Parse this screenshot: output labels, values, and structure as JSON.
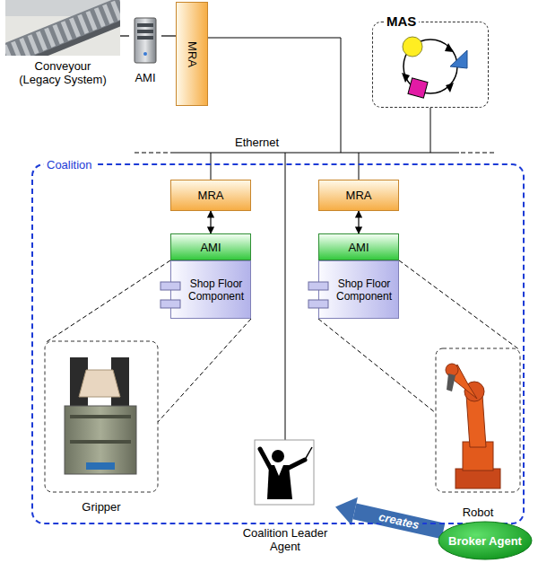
{
  "diagram": {
    "nodes": [
      {
        "text": [
          "Conveyour (Legacy System)"
        ]
      },
      {
        "text": [
          "AMI"
        ]
      },
      {
        "text": [
          "MRA"
        ]
      },
      {
        "text": [
          "MAS"
        ]
      },
      {
        "text": [
          "Coalition"
        ]
      },
      {
        "text": [
          "MRA"
        ],
        "in": 4
      },
      {
        "text": [
          "AMI"
        ],
        "in": 4
      },
      {
        "text": [
          "Shop Floor Component"
        ],
        "in": 4
      },
      {
        "text": [
          "MRA"
        ],
        "in": 4
      },
      {
        "text": [
          "AMI"
        ],
        "in": 4
      },
      {
        "text": [
          "Shop Floor Component"
        ],
        "in": 4
      },
      {
        "text": [
          "Gripper"
        ],
        "in": 4
      },
      {
        "text": [
          "Robot"
        ],
        "in": 4
      },
      {
        "text": [
          "Coalition Leader Agent"
        ],
        "in": 4
      },
      {
        "text": [
          "Broker Agent"
        ]
      }
    ],
    "edges": [
      {
        "from": 0,
        "to": 1,
        "arrow": "none"
      },
      {
        "from": 1,
        "to": 2,
        "arrow": "none"
      },
      {
        "from": 5,
        "to": 6,
        "arrow": "both"
      },
      {
        "from": 8,
        "to": 9,
        "arrow": "both"
      },
      {
        "from": 14,
        "to": 13,
        "label": "creates",
        "arrow": "to"
      }
    ],
    "labels": [
      "Ethernet"
    ]
  }
}
